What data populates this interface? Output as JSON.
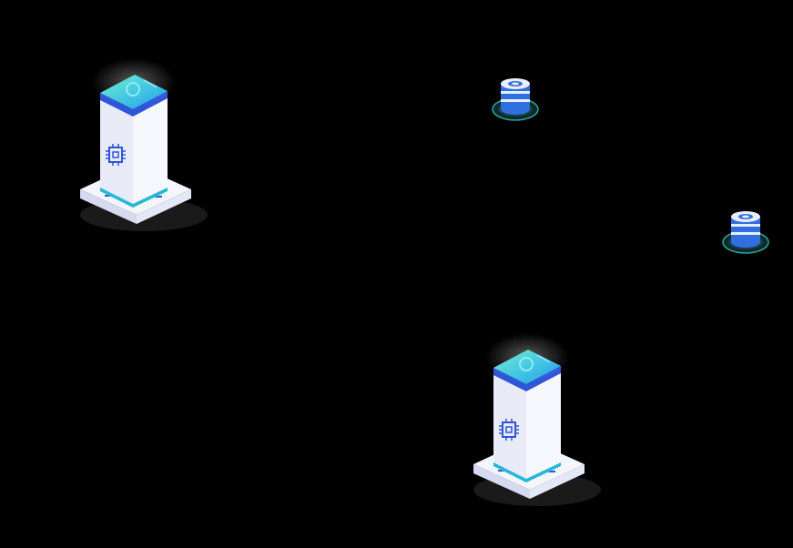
{
  "scene": {
    "background": "#000000",
    "nodes": [
      {
        "id": "server-top",
        "kind": "server",
        "icon": "cpu-chip-icon"
      },
      {
        "id": "server-bottom",
        "kind": "server",
        "icon": "cpu-chip-icon"
      },
      {
        "id": "db-top",
        "kind": "database",
        "icon": "database-icon"
      },
      {
        "id": "db-right",
        "kind": "database",
        "icon": "database-icon"
      }
    ]
  },
  "colors": {
    "server_body": "#eef0fb",
    "server_body_shade": "#d9ddf3",
    "server_top": "#3ec7f0",
    "server_top_glow": "#5fe3d6",
    "server_accent": "#2f56d8",
    "base": "#f3f4fb",
    "base_shade": "#cfd4ea",
    "db_blue": "#2f6fe0",
    "db_light": "#e9eefc",
    "db_ring": "#2aa6a0"
  }
}
